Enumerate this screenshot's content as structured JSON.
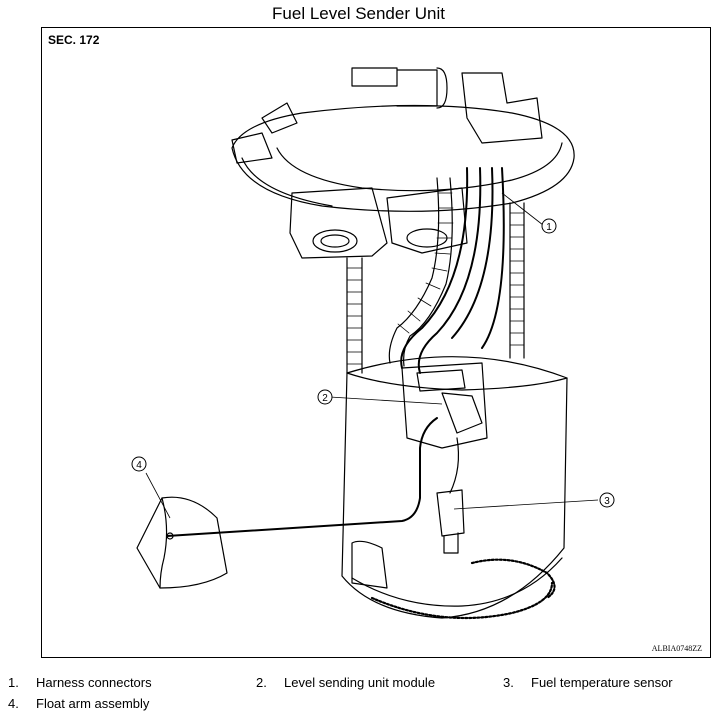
{
  "title": "Fuel Level Sender Unit",
  "section": "SEC. 172",
  "figure_code": "ALBIA0748ZZ",
  "callouts": [
    "1",
    "2",
    "3",
    "4"
  ],
  "legend": [
    {
      "num": "1.",
      "text": "Harness connectors"
    },
    {
      "num": "2.",
      "text": "Level sending unit module"
    },
    {
      "num": "3.",
      "text": "Fuel temperature sensor"
    },
    {
      "num": "4.",
      "text": "Float arm assembly"
    }
  ]
}
